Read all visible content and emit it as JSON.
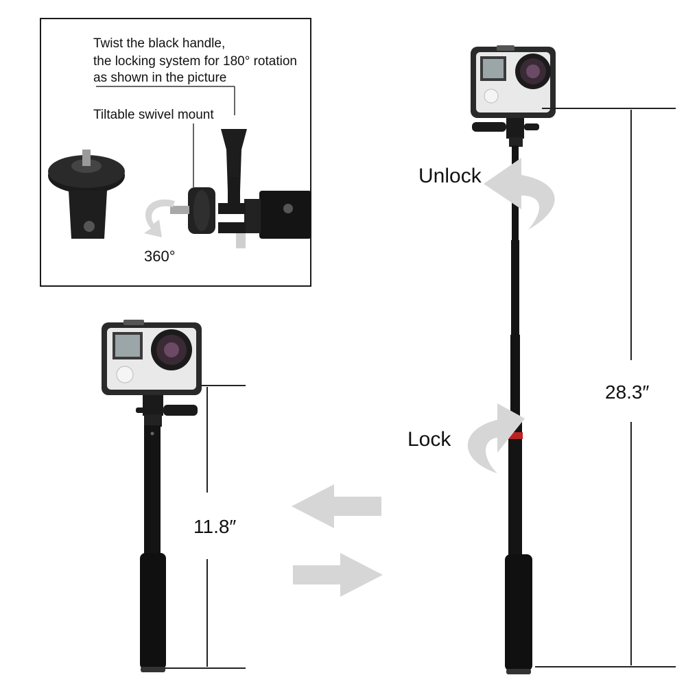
{
  "inset": {
    "caption_line1": "Twist the black handle,",
    "caption_line2": "the locking system for 180° rotation",
    "caption_line3": "as shown in the picture",
    "swivel_label": "Tiltable swivel mount",
    "rotation_label": "360°"
  },
  "extended": {
    "unlock_label": "Unlock",
    "lock_label": "Lock",
    "length_label": "28.3″"
  },
  "collapsed": {
    "length_label": "11.8″"
  },
  "colors": {
    "pole": "#111111",
    "arrow": "#d6d6d6",
    "camera_frame": "#2a2a2a",
    "camera_body": "#e9e9e9",
    "lens": "#2b1d28"
  }
}
